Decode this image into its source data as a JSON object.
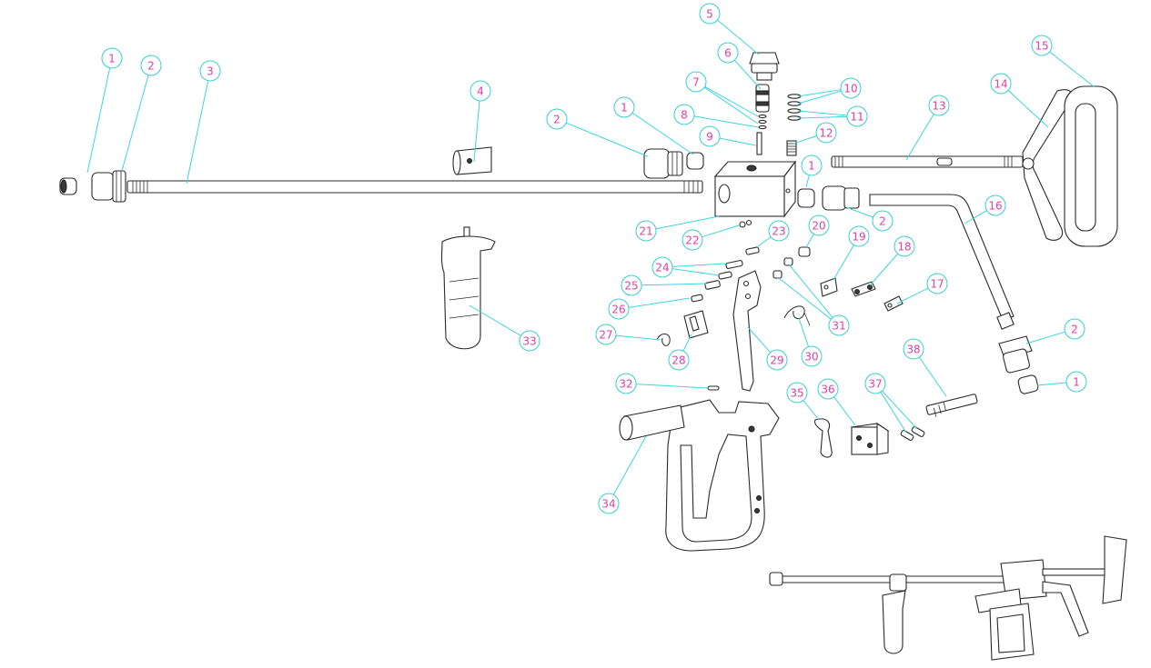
{
  "diagram": {
    "title": "",
    "callouts": [
      {
        "id": "c1a",
        "label": "1"
      },
      {
        "id": "c2a",
        "label": "2"
      },
      {
        "id": "c3",
        "label": "3"
      },
      {
        "id": "c4",
        "label": "4"
      },
      {
        "id": "c5",
        "label": "5"
      },
      {
        "id": "c6",
        "label": "6"
      },
      {
        "id": "c7",
        "label": "7"
      },
      {
        "id": "c8",
        "label": "8"
      },
      {
        "id": "c9",
        "label": "9"
      },
      {
        "id": "c10",
        "label": "10"
      },
      {
        "id": "c11",
        "label": "11"
      },
      {
        "id": "c12",
        "label": "12"
      },
      {
        "id": "c13",
        "label": "13"
      },
      {
        "id": "c14",
        "label": "14"
      },
      {
        "id": "c15",
        "label": "15"
      },
      {
        "id": "c16",
        "label": "16"
      },
      {
        "id": "c17",
        "label": "17"
      },
      {
        "id": "c18",
        "label": "18"
      },
      {
        "id": "c19",
        "label": "19"
      },
      {
        "id": "c20",
        "label": "20"
      },
      {
        "id": "c21",
        "label": "21"
      },
      {
        "id": "c22",
        "label": "22"
      },
      {
        "id": "c23",
        "label": "23"
      },
      {
        "id": "c24",
        "label": "24"
      },
      {
        "id": "c25",
        "label": "25"
      },
      {
        "id": "c26",
        "label": "26"
      },
      {
        "id": "c27",
        "label": "27"
      },
      {
        "id": "c28",
        "label": "28"
      },
      {
        "id": "c29",
        "label": "29"
      },
      {
        "id": "c30",
        "label": "30"
      },
      {
        "id": "c31",
        "label": "31"
      },
      {
        "id": "c32",
        "label": "32"
      },
      {
        "id": "c33",
        "label": "33"
      },
      {
        "id": "c34",
        "label": "34"
      },
      {
        "id": "c35",
        "label": "35"
      },
      {
        "id": "c36",
        "label": "36"
      },
      {
        "id": "c37",
        "label": "37"
      },
      {
        "id": "c38",
        "label": "38"
      },
      {
        "id": "c1b",
        "label": "1"
      },
      {
        "id": "c2b",
        "label": "2"
      },
      {
        "id": "c1c",
        "label": "1"
      },
      {
        "id": "c2c",
        "label": "2"
      },
      {
        "id": "c1d",
        "label": "1"
      },
      {
        "id": "c2d",
        "label": "2"
      }
    ],
    "colors": {
      "leader": "#3fd6d9",
      "number": "#e040a8",
      "line": "#2a2a2a"
    }
  }
}
